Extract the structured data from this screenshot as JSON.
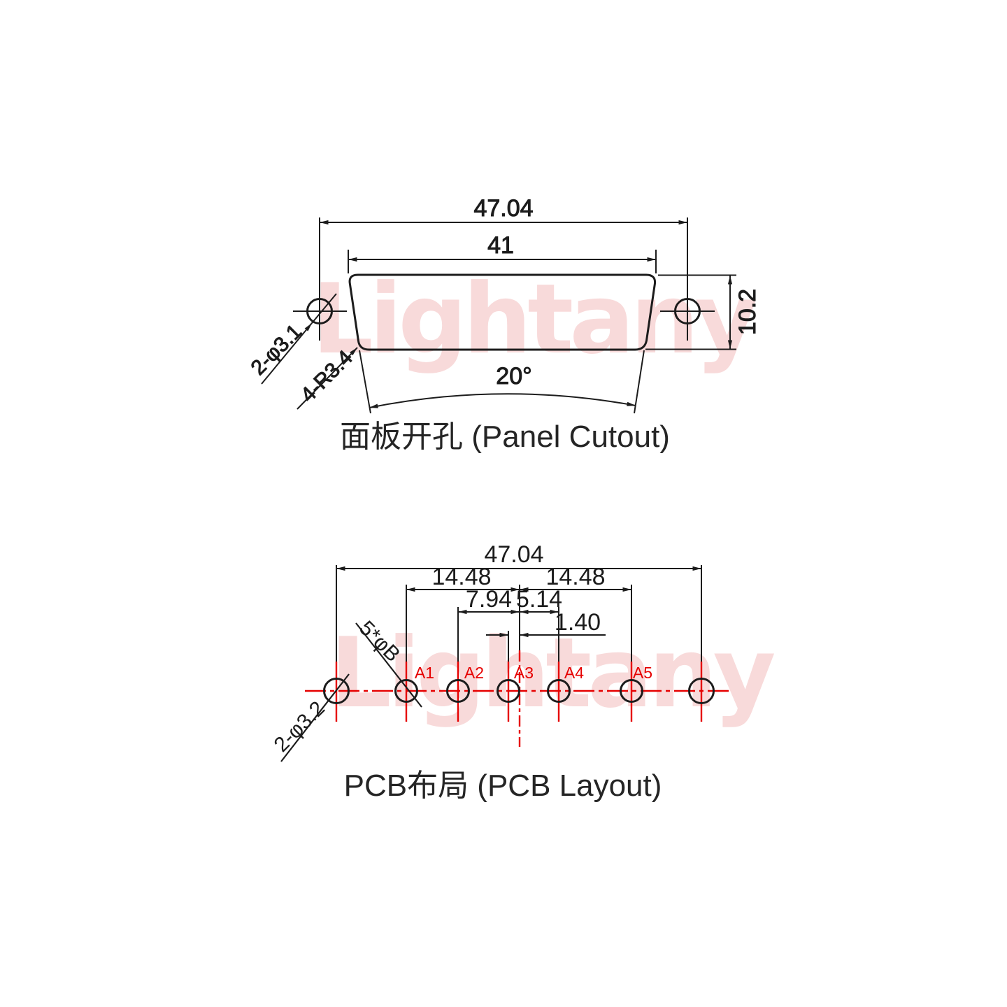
{
  "watermark": {
    "text": "Lightany"
  },
  "colors": {
    "line": "#1c1c1c",
    "red": "#e60000",
    "watermark": "#f8dada"
  },
  "panel_cutout": {
    "title": "面板开孔 (Panel Cutout)",
    "dim_width_outer": "47.04",
    "dim_width_inner": "41",
    "dim_height": "10.2",
    "dim_angle": "20°",
    "label_mount_holes": "2-φ3.1",
    "label_corner_radius": "4-R3.4"
  },
  "pcb_layout": {
    "title": "PCB布局 (PCB Layout)",
    "dim_width_outer": "47.04",
    "dim_a1_to_center": "14.48",
    "dim_center_to_a5": "14.48",
    "dim_a2_to_center": "7.94",
    "dim_center_to_a4": "5.14",
    "dim_a3_to_center": "1.40",
    "label_pin_holes": "5*φB",
    "label_mount_holes": "2-φ3.2",
    "pins": [
      {
        "label": "A1"
      },
      {
        "label": "A2"
      },
      {
        "label": "A3"
      },
      {
        "label": "A4"
      },
      {
        "label": "A5"
      }
    ]
  }
}
